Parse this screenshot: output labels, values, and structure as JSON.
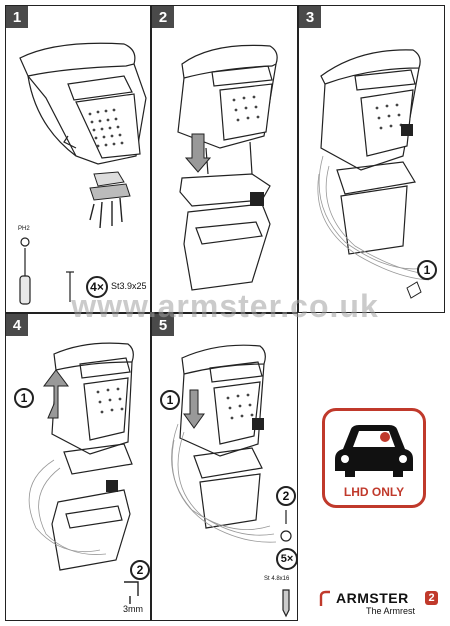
{
  "panels": [
    {
      "number": "1"
    },
    {
      "number": "2"
    },
    {
      "number": "3"
    },
    {
      "number": "4"
    },
    {
      "number": "5"
    }
  ],
  "panel1": {
    "tool_label": "PH2",
    "screw_count": "4×",
    "screw_spec": "St3.9x25"
  },
  "panel3": {
    "step": "1"
  },
  "panel4": {
    "step1": "1",
    "step2": "2",
    "hex_size": "3mm"
  },
  "panel5": {
    "step1": "1",
    "step2": "2",
    "screw_count": "5×",
    "screw_spec": "St 4.8x16"
  },
  "watermark": "www.armster.co.uk",
  "badge": {
    "text": "LHD ONLY",
    "color": "#c0392b"
  },
  "brand": {
    "name": "ARMSTER",
    "tagline": "The Armrest",
    "model": "2",
    "accent": "#c0392b"
  }
}
